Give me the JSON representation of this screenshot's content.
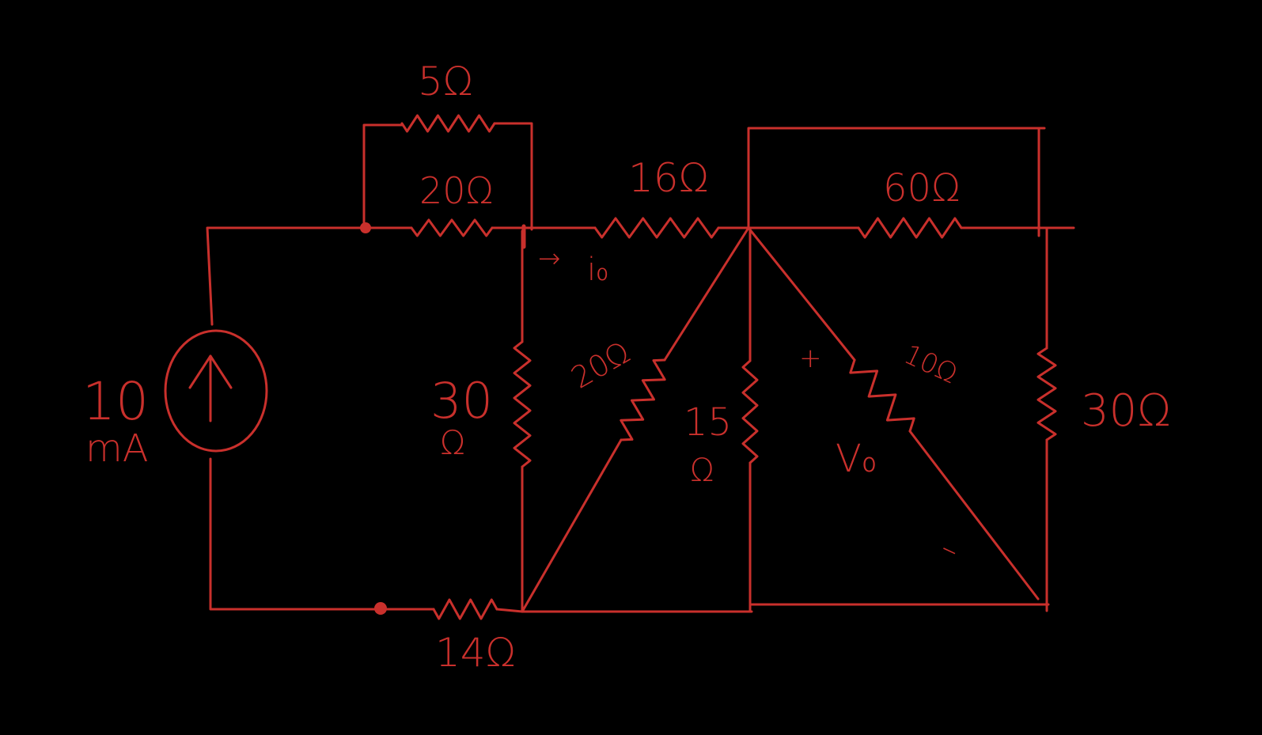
{
  "colors": {
    "background": "#000000",
    "ink": "#c9302c"
  },
  "source": {
    "value": "10",
    "unit": "mA",
    "icon": "arrow-up-icon"
  },
  "resistors": {
    "r5": "5Ω",
    "r20_top": "20Ω",
    "r16": "16Ω",
    "r60": "60Ω",
    "r30_left_value": "30",
    "r30_left_unit": "Ω",
    "r20_diag": "20Ω",
    "r15_value": "15",
    "r15_unit": "Ω",
    "r10_diag": "10Ω",
    "r30_right": "30Ω",
    "r14": "14Ω"
  },
  "annotations": {
    "current_arrow": "→",
    "current": "i₀",
    "voltage": "V₀",
    "plus": "+",
    "minus": "–"
  }
}
